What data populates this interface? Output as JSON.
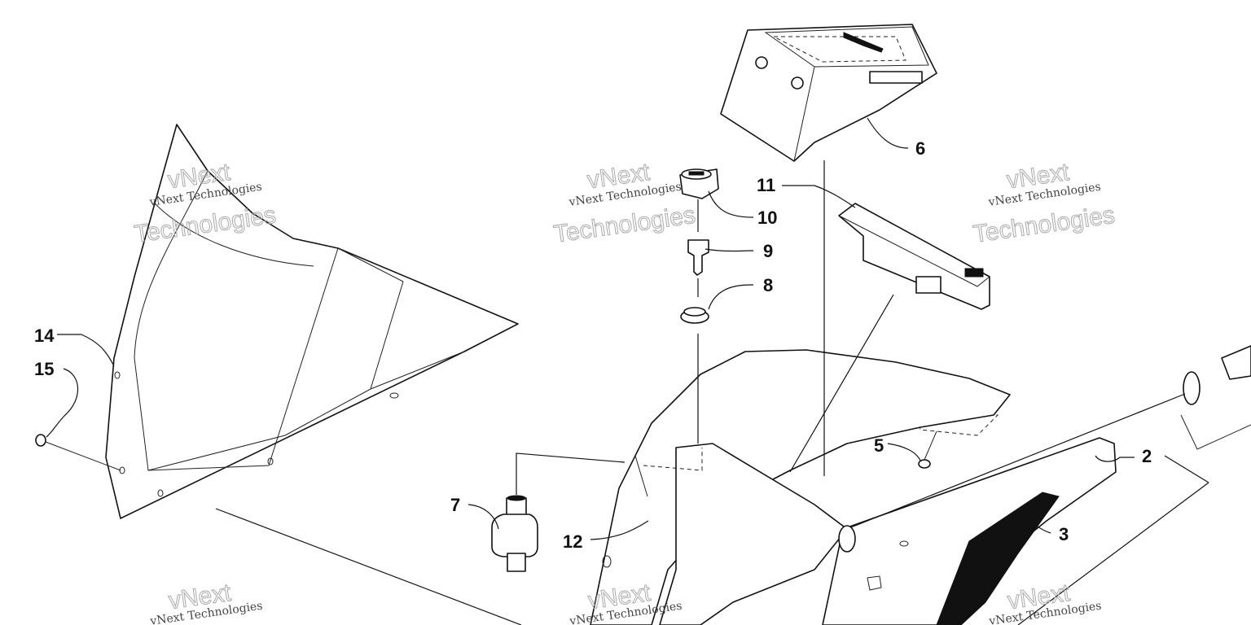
{
  "callouts": [
    {
      "id": "2",
      "label": "2"
    },
    {
      "id": "3",
      "label": "3"
    },
    {
      "id": "5",
      "label": "5"
    },
    {
      "id": "6",
      "label": "6"
    },
    {
      "id": "7",
      "label": "7"
    },
    {
      "id": "8",
      "label": "8"
    },
    {
      "id": "9",
      "label": "9"
    },
    {
      "id": "10",
      "label": "10"
    },
    {
      "id": "11",
      "label": "11"
    },
    {
      "id": "12",
      "label": "12"
    },
    {
      "id": "14",
      "label": "14"
    },
    {
      "id": "15",
      "label": "15"
    }
  ],
  "watermark": {
    "line1": "vNext Technologies",
    "big_top": "vNext",
    "big_bottom": "Technologies"
  }
}
